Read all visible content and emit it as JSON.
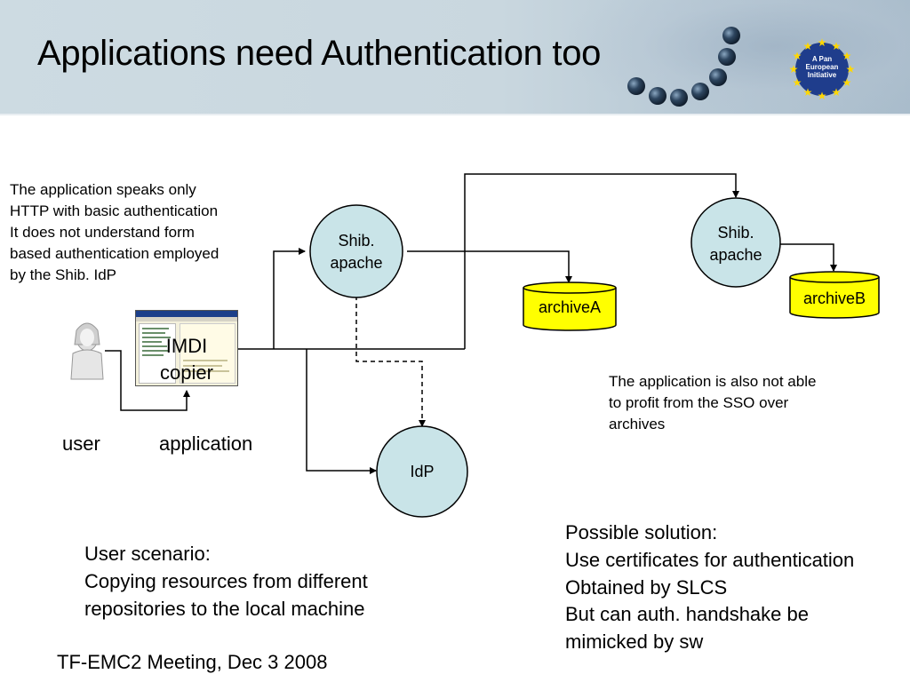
{
  "header": {
    "title": "Applications need Authentication too",
    "logo_text": "A Pan European Initiative"
  },
  "diagram": {
    "left_note": [
      "The application speaks only",
      "HTTP with basic authentication",
      "It does not understand form",
      "based authentication employed",
      "by the Shib. IdP"
    ],
    "nodes": {
      "shib_apache_1": [
        "Shib.",
        "apache"
      ],
      "shib_apache_2": [
        "Shib.",
        "apache"
      ],
      "idp": "IdP",
      "archiveA": "archiveA",
      "archiveB": "archiveB",
      "app_screen": [
        "IMDI",
        "copier"
      ]
    },
    "labels": {
      "user": "user",
      "application": "application"
    },
    "right_note": [
      "The application is also not able",
      "to profit from the SSO over",
      "archives"
    ],
    "user_scenario": [
      "User scenario:",
      "Copying resources from different",
      "repositories to the local machine"
    ],
    "possible_solution": [
      "Possible solution:",
      "Use certificates for authentication",
      "Obtained by SLCS",
      "But can auth. handshake be",
      "mimicked by sw"
    ]
  },
  "footer": {
    "text": "TF-EMC2 Meeting, Dec 3 2008"
  },
  "colors": {
    "header_bg": "#cddbe2",
    "node_fill": "#c9e4e8",
    "archive_fill": "#ffff00",
    "logo_blue": "#1f3d8c",
    "star_yellow": "#ffd700",
    "bead_dark": "#1e2d3f"
  }
}
